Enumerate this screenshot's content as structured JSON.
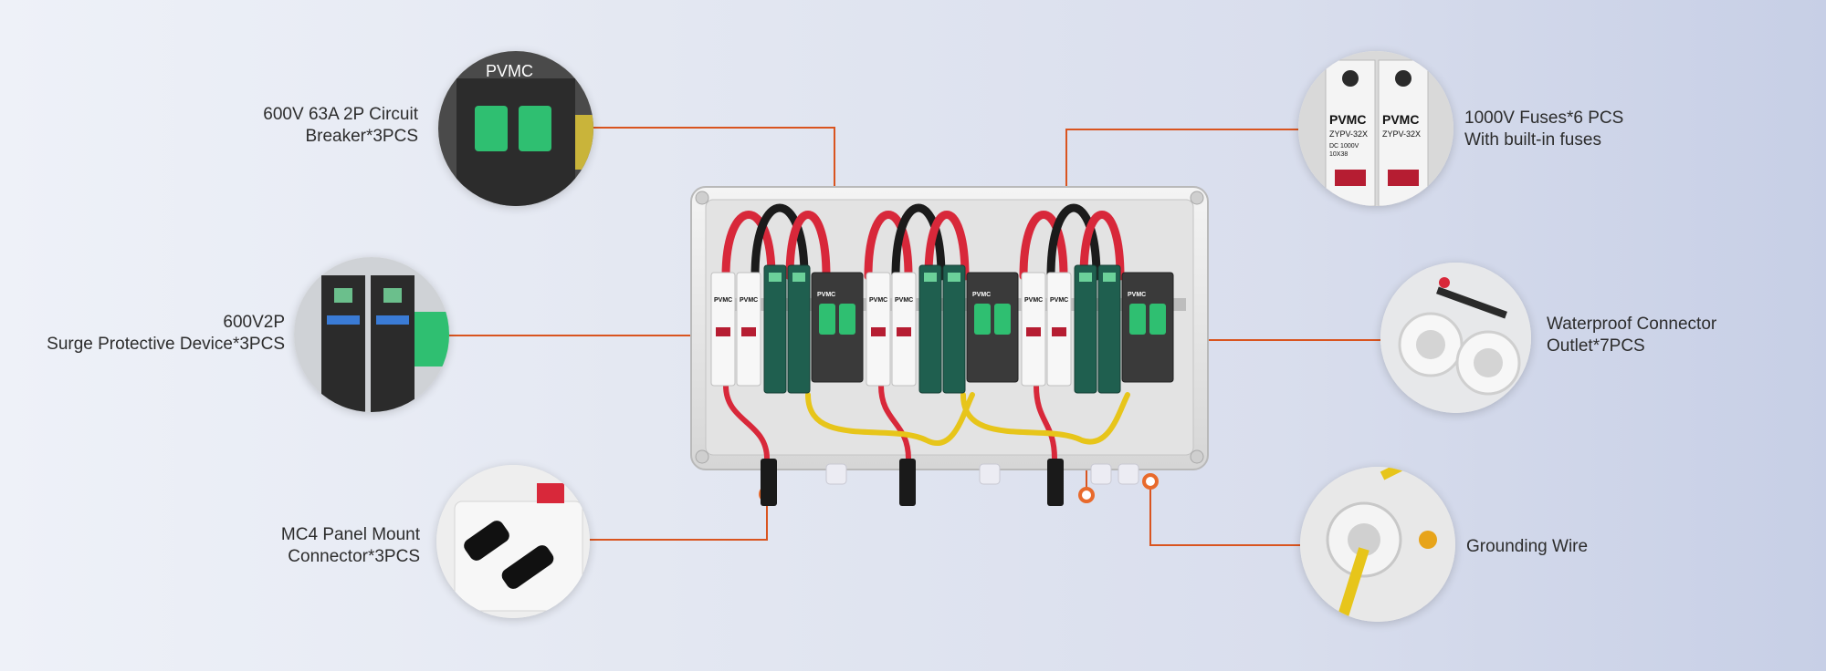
{
  "callouts": {
    "breaker": {
      "line1": "600V 63A 2P Circuit",
      "line2": "Breaker*3PCS"
    },
    "spd": {
      "line1": "600V2P",
      "line2": "Surge Protective Device*3PCS"
    },
    "mc4": {
      "line1": "MC4 Panel Mount",
      "line2": "Connector*3PCS"
    },
    "fuses": {
      "line1": "1000V Fuses*6 PCS",
      "line2": "With built-in fuses"
    },
    "waterproof": {
      "line1": "Waterproof Connector",
      "line2": "Outlet*7PCS"
    },
    "grounding": {
      "line1": "Grounding Wire"
    }
  },
  "product_labels": {
    "brand": "PVMC",
    "fuse_model": "ZYPV-32X",
    "fuse_rating": "DC 1000V",
    "fuse_size": "10X38",
    "spd_title": "Surge Protective Device"
  },
  "colors": {
    "leader_line": "#d9541f",
    "marker_dot": "#e86a2c",
    "breaker_green": "#2fbf71",
    "wire_red": "#d8283a",
    "wire_black": "#1b1b1b",
    "wire_yellow": "#e7c51a"
  }
}
